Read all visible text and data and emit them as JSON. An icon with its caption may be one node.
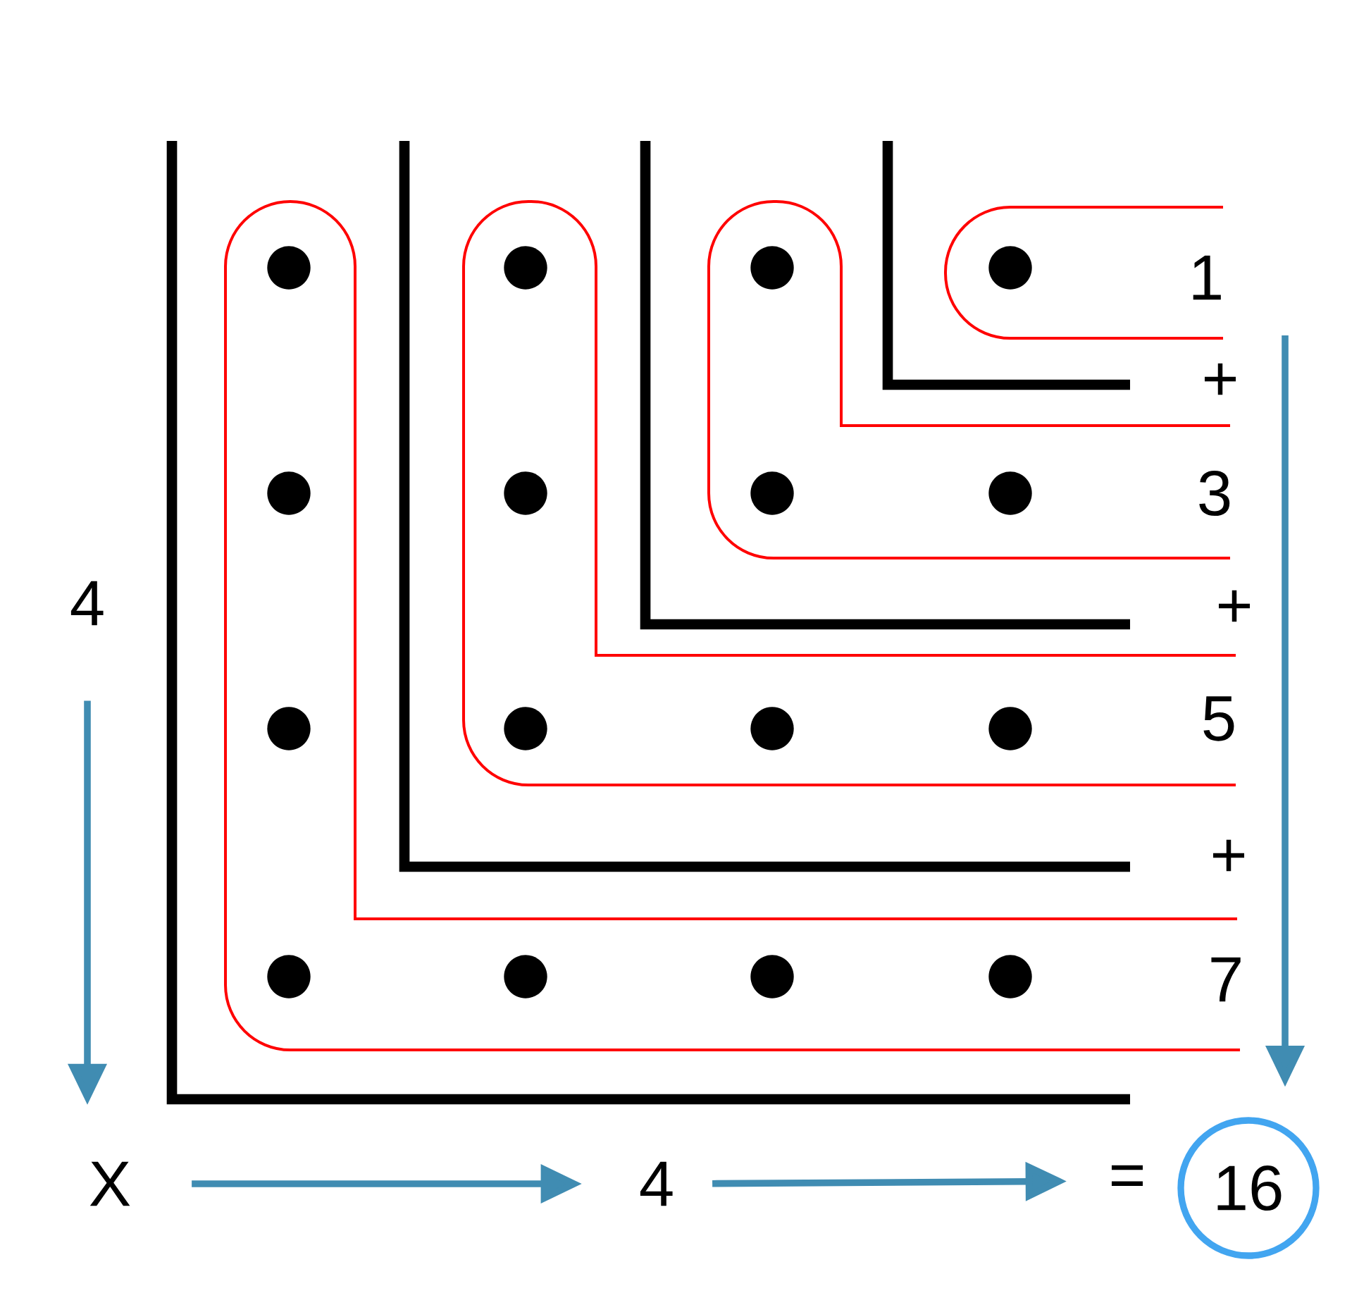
{
  "diagram": {
    "nodes": [
      {
        "text": [
          "4"
        ]
      },
      {
        "text": [
          "X"
        ]
      },
      {
        "text": [
          "4"
        ]
      },
      {
        "text": [
          "="
        ]
      },
      {
        "text": [
          "16"
        ]
      }
    ],
    "edges": [
      {
        "from": 0,
        "to": 1,
        "arrow": "to"
      },
      {
        "from": 1,
        "to": 2,
        "arrow": "to"
      },
      {
        "from": 2,
        "to": 3,
        "arrow": "to"
      },
      {
        "from": null,
        "to": 4,
        "arrow": "to"
      }
    ],
    "labels": [
      "1",
      "+",
      "3",
      "+",
      "5",
      "+",
      "7"
    ]
  }
}
